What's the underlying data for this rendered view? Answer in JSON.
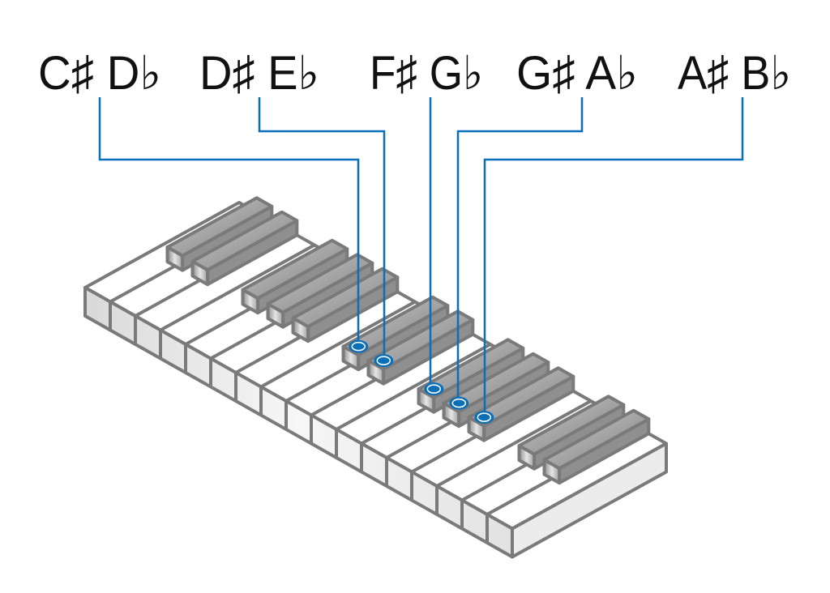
{
  "title": "Piano black keys: sharps and flats",
  "labels": [
    {
      "sharp": "C♯",
      "flat": "D♭",
      "text": "C♯ D♭"
    },
    {
      "sharp": "D♯",
      "flat": "E♭",
      "text": "D♯ E♭"
    },
    {
      "sharp": "F♯",
      "flat": "G♭",
      "text": "F♯ G♭"
    },
    {
      "sharp": "G♯",
      "flat": "A♭",
      "text": "G♯ A♭"
    },
    {
      "sharp": "A♯",
      "flat": "B♭",
      "text": "A♯ B♭"
    }
  ],
  "keyboard": {
    "white_keys": 17,
    "black_key_positions": [
      1,
      2,
      4,
      5,
      6,
      8,
      9,
      11,
      12,
      13,
      15,
      16
    ],
    "highlighted_black_keys": [
      8,
      9,
      11,
      12,
      13
    ]
  },
  "colors": {
    "leader": "#0b6fb8",
    "outline": "#7a7a7a",
    "black_key": "#a3a3a3",
    "white_key": "#ffffff"
  }
}
